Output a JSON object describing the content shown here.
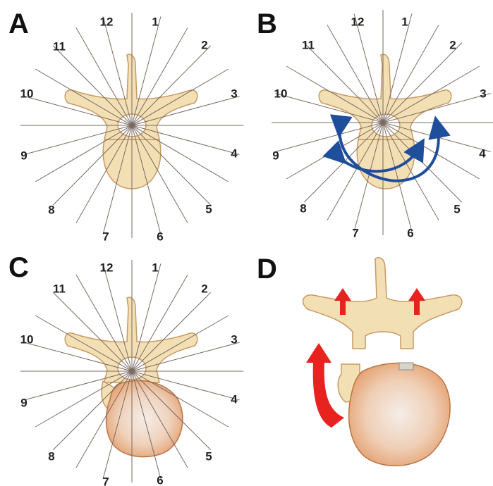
{
  "figure": {
    "panels": [
      {
        "id": "A",
        "label": "A",
        "clock": [
          "12",
          "1",
          "2",
          "3",
          "4",
          "5",
          "6",
          "7",
          "8",
          "9",
          "10",
          "11"
        ]
      },
      {
        "id": "B",
        "label": "B",
        "clock": [
          "12",
          "1",
          "2",
          "3",
          "4",
          "5",
          "6",
          "7",
          "8",
          "9",
          "10",
          "11"
        ]
      },
      {
        "id": "C",
        "label": "C",
        "clock": [
          "12",
          "1",
          "2",
          "3",
          "4",
          "5",
          "6",
          "7",
          "8",
          "9",
          "10",
          "11"
        ]
      },
      {
        "id": "D",
        "label": "D"
      }
    ]
  },
  "colors": {
    "bone": "#f3dfb4",
    "bone_edge": "#c79a63",
    "tumor": "#e8a877",
    "tumor_light": "#f5ede7",
    "arrow_red": "#e8231f",
    "arrow_blue": "#1f4e9b",
    "clock_line": "#7a6a62"
  }
}
